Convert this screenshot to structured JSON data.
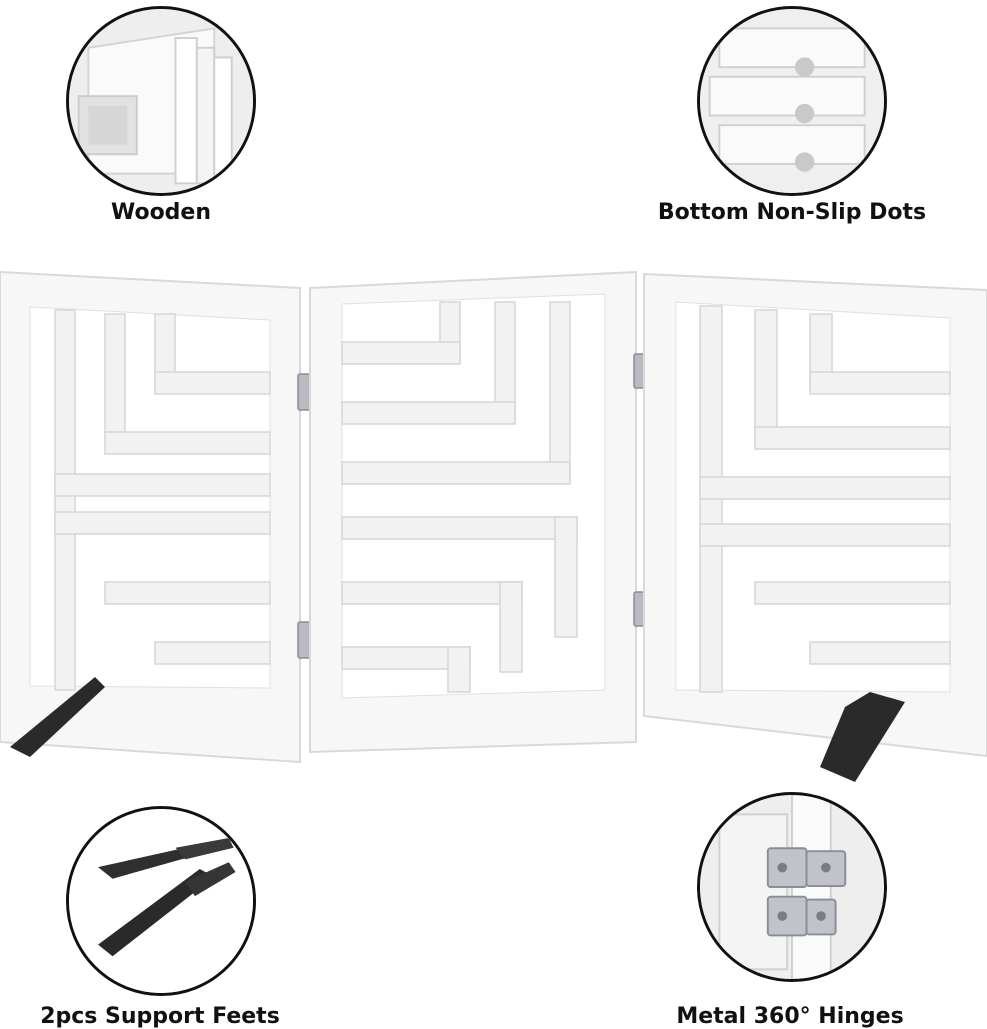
{
  "callouts": {
    "top_left": {
      "label": "Wooden",
      "icon": "wood-layers-icon"
    },
    "top_right": {
      "label": "Bottom Non-Slip Dots",
      "icon": "non-slip-dots-icon"
    },
    "bottom_left": {
      "label": "2pcs Support Feets",
      "icon": "support-feet-icon"
    },
    "bottom_right": {
      "label": "Metal 360° Hinges",
      "icon": "hinge-icon"
    }
  },
  "colors": {
    "panel_white": "#f7f7f7",
    "panel_edge": "#d9d9d9",
    "feet_black": "#2a2a2a",
    "hinge_metal": "#b8bcc2",
    "dot_grey": "#c9c9c9"
  }
}
